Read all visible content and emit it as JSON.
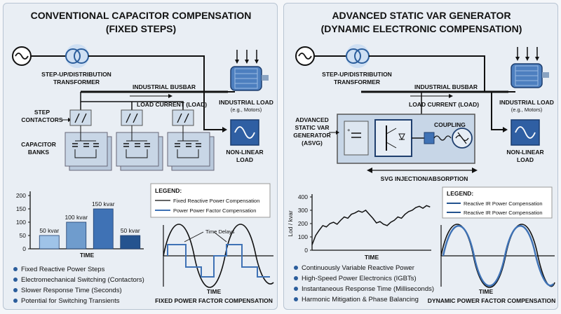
{
  "left": {
    "title_line1": "CONVENTIONAL CAPACITOR COMPENSATION",
    "title_line2": "(FIXED STEPS)",
    "transformer_line1": "STEP-UP/DISTRIBUTION",
    "transformer_line2": "TRANSFORMER",
    "busbar": "INDUSTRIAL BUSBAR",
    "load_current": "LOAD CURRENT (LOAD)",
    "industrial_load": "INDUSTRIAL LOAD",
    "industrial_load_sub": "(e.g., Motors)",
    "nonlinear_line1": "NON-LINEAR",
    "nonlinear_line2": "LOAD",
    "step_line1": "STEP",
    "step_line2": "CONTACTORS",
    "cap_line1": "CAPACITOR",
    "cap_line2": "BANKS",
    "legend_title": "LEGEND:",
    "legend_item1": "Fixed Reactive Power Compensation",
    "legend_item2": "Power Power Factor Compensation",
    "time_delays": "Time Delays",
    "wave_time": "TIME",
    "wave_caption": "FIXED POWER FACTOR COMPENSATION",
    "bullets": [
      "Fixed Reactive Power Steps",
      "Electromechanical Switching (Contactors)",
      "Slower Response Time (Seconds)",
      "Potential for Switching Transients"
    ]
  },
  "right": {
    "title_line1": "ADVANCED STATIC VAR GENERATOR",
    "title_line2": "(DYNAMIC ELECTRONIC COMPENSATION)",
    "transformer_line1": "STEP-UP/DISTRIBUTION",
    "transformer_line2": "TRANSFORMER",
    "busbar": "INDUSTRIAL BUSBAR",
    "load_current": "LOAD CURRENT (LOAD)",
    "industrial_load": "INDUSTRIAL LOAD",
    "industrial_load_sub": "(e.g., Motors)",
    "nonlinear_line1": "NON-LINEAR",
    "nonlinear_line2": "LOAD",
    "asvg_line1": "ADVANCED",
    "asvg_line2": "STATIC VAR",
    "asvg_line3": "GENERATOR",
    "asvg_line4": "(ASVG)",
    "coupling": "COUPLING",
    "injection": "SVG INJECTION/ABSORPTION",
    "legend_title": "LEGEND:",
    "legend_item1": "Reactive IR Power Compensation",
    "legend_item2": "Reactive IR Power Compensation",
    "wave_time": "TIME",
    "wave_caption": "DYNAMIC POWER FACTOR COMPENSATION",
    "bullets": [
      "Continuously Variable Reactive Power",
      "High-Speed Power Electronics (IGBTs)",
      "Instantaneous Response Time (Milliseconds)",
      "Harmonic Mitigation & Phase Balancing"
    ]
  },
  "chart_data": [
    {
      "type": "bar",
      "categories": [
        "",
        "",
        "",
        ""
      ],
      "values": [
        50,
        100,
        150,
        50
      ],
      "data_labels": [
        "50 kvar",
        "100 kvar",
        "150 kvar",
        "50 kvar"
      ],
      "xlabel": "TIME",
      "ylabel": "",
      "ylim": [
        0,
        200
      ],
      "yticks": [
        0,
        50,
        100,
        150,
        200
      ],
      "colors": [
        "#9fc3e8",
        "#6f9ccd",
        "#3f72b5",
        "#24538f"
      ]
    },
    {
      "type": "line",
      "xlabel": "TIME",
      "ylabel": "Lod / kvar",
      "ylim": [
        0,
        400
      ],
      "yticks": [
        0,
        100,
        200,
        300,
        400
      ],
      "xlim": [
        0,
        100
      ],
      "series": [
        {
          "x": [
            0,
            3,
            6,
            9,
            12,
            15,
            18,
            21,
            24,
            27,
            30,
            33,
            36,
            39,
            42,
            45,
            48,
            51,
            54,
            57,
            60,
            63,
            66,
            69,
            72,
            75,
            78,
            81,
            84,
            87,
            90,
            93,
            96,
            99
          ],
          "values": [
            40,
            110,
            150,
            185,
            175,
            200,
            210,
            195,
            225,
            250,
            240,
            270,
            280,
            295,
            285,
            300,
            270,
            240,
            205,
            215,
            195,
            185,
            210,
            225,
            250,
            240,
            270,
            290,
            300,
            320,
            330,
            315,
            335,
            325
          ]
        }
      ]
    }
  ]
}
